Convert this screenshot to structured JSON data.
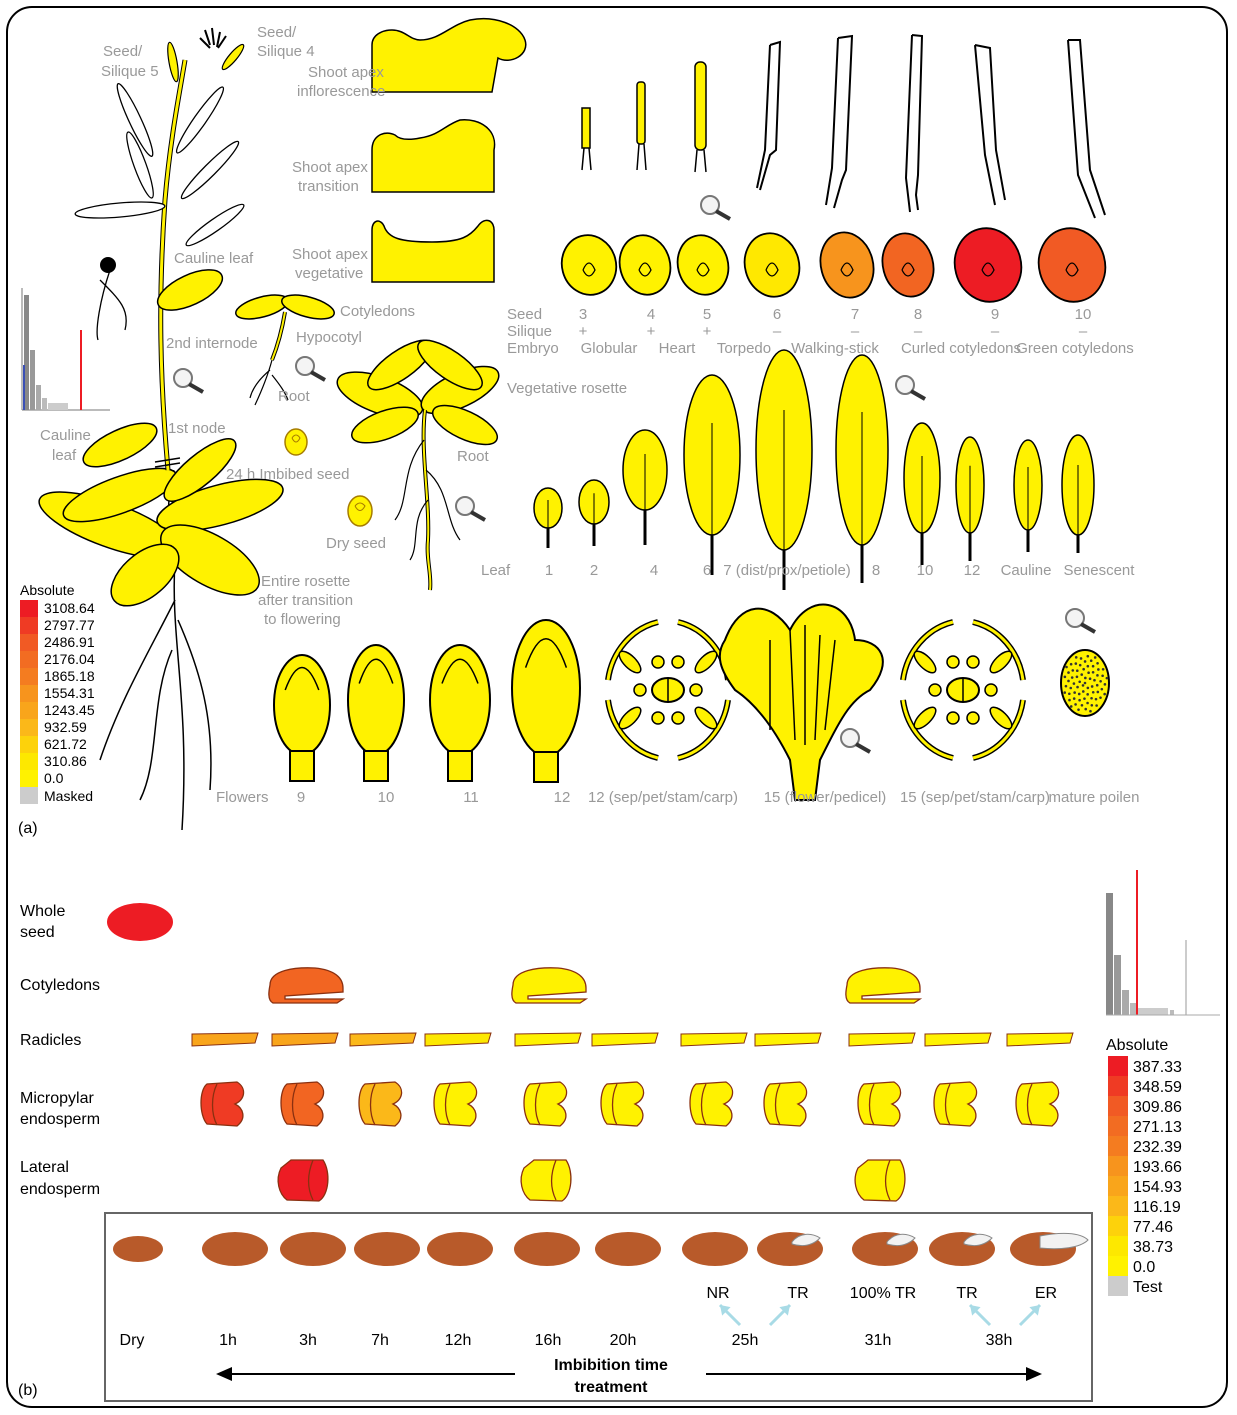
{
  "panel_a": {
    "label": "(a)",
    "plant_labels": {
      "seed_silique5": [
        "Seed/",
        "Silique 5"
      ],
      "seed_silique4": [
        "Seed/",
        "Silique 4"
      ],
      "cauline_leaf": "Cauline leaf",
      "second_internode": "2nd internode",
      "first_node": "1st node",
      "cauline_leaf_lower": [
        "Cauline",
        "leaf"
      ],
      "entire_rosette": [
        "Entire rosette",
        "after transition",
        "to flowering"
      ]
    },
    "seedling_labels": {
      "cotyledons": "Cotyledons",
      "hypocotyl": "Hypocotyl",
      "root": "Root",
      "imbibed_seed": "24 h Imbibed seed",
      "dry_seed": "Dry seed",
      "vegetative_rosette": "Vegetative rosette",
      "rosette_root": "Root"
    },
    "shoot_apex": [
      [
        "Shoot apex",
        "inflorescence"
      ],
      [
        "Shoot apex",
        "transition"
      ],
      [
        "Shoot apex",
        "vegetative"
      ]
    ],
    "seed_rows": {
      "headers": [
        "Seed",
        "Silique",
        "Embryo"
      ],
      "stages": [
        {
          "seed": "3",
          "silique": "+",
          "embryo": "Globular",
          "color": "#fff200"
        },
        {
          "seed": "4",
          "silique": "+",
          "embryo": "",
          "color": "#fff200"
        },
        {
          "seed": "5",
          "silique": "+",
          "embryo": "Heart",
          "color": "#fff200"
        },
        {
          "seed": "6",
          "silique": "–",
          "embryo": "Torpedo",
          "color": "#ffe800"
        },
        {
          "seed": "7",
          "silique": "–",
          "embryo": "Walking-stick",
          "color": "#f7941d"
        },
        {
          "seed": "8",
          "silique": "–",
          "embryo": "Curled cotyledons",
          "color": "#f26522"
        },
        {
          "seed": "9",
          "silique": "–",
          "embryo": "",
          "color": "#ed1c24"
        },
        {
          "seed": "10",
          "silique": "–",
          "embryo": "Green cotyledons",
          "color": "#f15a24"
        }
      ]
    },
    "leaf_row": {
      "header": "Leaf",
      "labels": [
        "1",
        "2",
        "4",
        "6",
        "7 (dist/prox/petiole)",
        "8",
        "10",
        "12",
        "Cauline",
        "Senescent"
      ]
    },
    "flower_row": {
      "header": "Flowers",
      "labels": [
        "9",
        "10",
        "11",
        "12",
        "12 (sep/pet/stam/carp)",
        "15 (flower/pedicel)",
        "15 (sep/pet/stam/carp)",
        "mature poilen"
      ]
    },
    "legend": {
      "title": "Absolute",
      "values": [
        "3108.64",
        "2797.77",
        "2486.91",
        "2176.04",
        "1865.18",
        "1554.31",
        "1243.45",
        "932.59",
        "621.72",
        "310.86",
        "0.0"
      ],
      "masked_label": "Masked",
      "colors": [
        "#ed1c24",
        "#ef3b24",
        "#f15a24",
        "#f26c22",
        "#f47c20",
        "#f7941d",
        "#f9a51b",
        "#fbb819",
        "#fdd20b",
        "#fde800",
        "#fff200"
      ]
    }
  },
  "panel_b": {
    "label": "(b)",
    "row_labels": {
      "whole_seed": [
        "Whole",
        "seed"
      ],
      "cotyledons": "Cotyledons",
      "radicles": "Radicles",
      "micropylar": [
        "Micropylar",
        "endosperm"
      ],
      "lateral": [
        "Lateral",
        "endosperm"
      ]
    },
    "timepoints": [
      "Dry",
      "1h",
      "3h",
      "7h",
      "12h",
      "16h",
      "20h",
      "25h",
      "31h",
      "38h"
    ],
    "seed_annotations": [
      "NR",
      "TR",
      "100% TR",
      "TR",
      "ER"
    ],
    "axis_title": [
      "Imbibition time",
      "treatment"
    ],
    "colors": {
      "whole_seed": "#ed1c24",
      "cotyledons": [
        "#f26522",
        "#fff200",
        "#fff200"
      ],
      "radicles": [
        "#f9a51b",
        "#f9a51b",
        "#fbb819",
        "#fde800",
        "#fff200",
        "#fff200",
        "#fff200",
        "#fff200",
        "#fff200",
        "#fff200",
        "#fff200"
      ],
      "micropylar": [
        "#ef3b24",
        "#f26522",
        "#fbb819",
        "#fff200",
        "#fff200",
        "#fff200",
        "#fff200",
        "#fff200",
        "#fff200",
        "#fff200",
        "#fff200"
      ],
      "lateral": [
        "#ed1c24",
        "#fff200",
        "#fff200"
      ],
      "seed_coat": "#b85a2a"
    },
    "legend": {
      "title": "Absolute",
      "values": [
        "387.33",
        "348.59",
        "309.86",
        "271.13",
        "232.39",
        "193.66",
        "154.93",
        "116.19",
        "77.46",
        "38.73",
        "0.0"
      ],
      "test_label": "Test",
      "colors": [
        "#ed1c24",
        "#ef3b24",
        "#f15a24",
        "#f26c22",
        "#f47c20",
        "#f7941d",
        "#f9a51b",
        "#fbb819",
        "#fdd20b",
        "#fde800",
        "#fff200"
      ]
    }
  }
}
